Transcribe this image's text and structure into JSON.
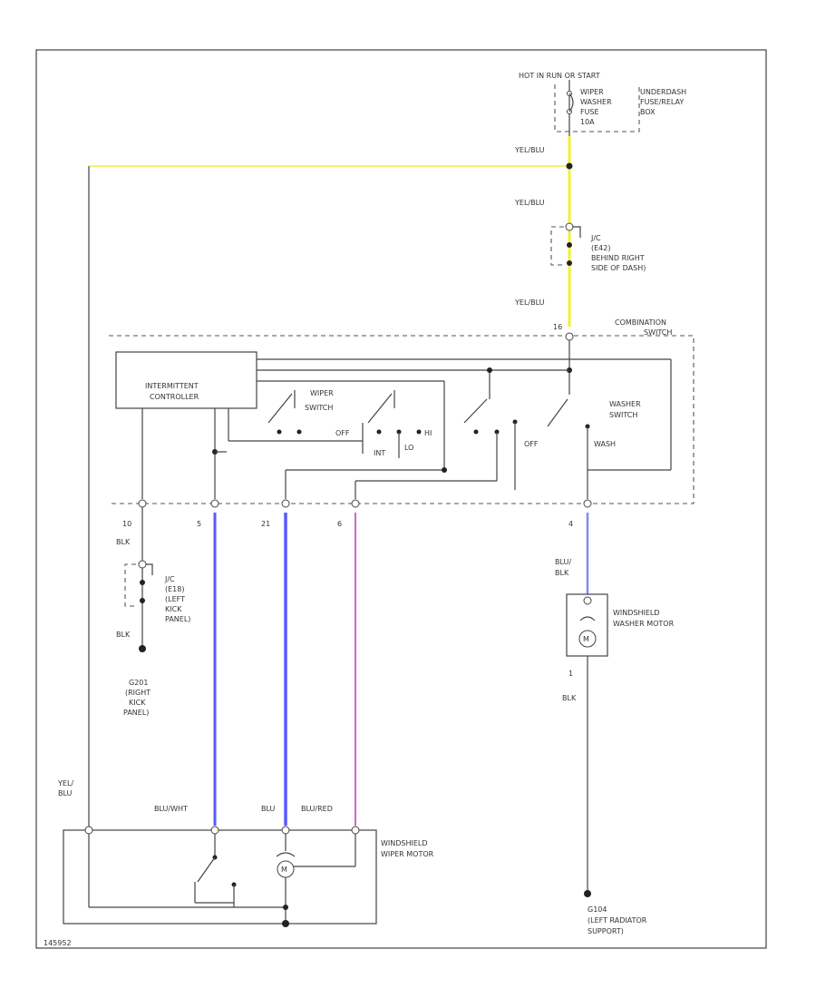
{
  "power": {
    "source": "HOT IN RUN OR START",
    "fuse": [
      "WIPER",
      "WASHER",
      "FUSE",
      "10A"
    ],
    "fuse_box": [
      "UNDERDASH",
      "FUSE/RELAY",
      "BOX"
    ]
  },
  "wires": {
    "yel_blu_1": "YEL/BLU",
    "yel_blu_2": "YEL/BLU",
    "yel_blu_3": "YEL/BLU",
    "blk_1": "BLK",
    "blk_2": "BLK",
    "blk_3": "BLK",
    "blu_blk": [
      "BLU/",
      "BLK"
    ],
    "yel_blu_left": [
      "YEL/",
      "BLU"
    ],
    "blu_wht": "BLU/WHT",
    "blu": "BLU",
    "blu_red": "BLU/RED"
  },
  "junction_1": [
    "J/C",
    "(E42)",
    "BEHIND RIGHT",
    "SIDE OF DASH)"
  ],
  "junction_2": [
    "J/C",
    "(E18)",
    "(LEFT",
    "KICK",
    "PANEL)"
  ],
  "ground_1": [
    "G201",
    "(RIGHT",
    "KICK",
    "PANEL)"
  ],
  "ground_2": [
    "G104",
    "(LEFT RADIATOR",
    "SUPPORT)"
  ],
  "switch": {
    "title": [
      "COMBINATION",
      "SWITCH"
    ],
    "controller": [
      "INTERMITTENT",
      "CONTROLLER"
    ],
    "wiper_switch": [
      "WIPER",
      "SWITCH"
    ],
    "positions": {
      "off": "OFF",
      "int": "INT",
      "lo": "LO",
      "hi": "HI"
    },
    "washer_switch": [
      "WASHER",
      "SWITCH"
    ],
    "washer_off": "OFF",
    "washer_wash": "WASH"
  },
  "pins": {
    "top": "16",
    "p1": "10",
    "p2": "5",
    "p3": "21",
    "p4": "6",
    "p5": "4",
    "p6": "1"
  },
  "washer_motor": [
    "WINDSHIELD",
    "WASHER MOTOR"
  ],
  "washer_motor_symbol": "M",
  "wiper_motor": [
    "WINDSHIELD",
    "WIPER MOTOR"
  ],
  "wiper_motor_symbol": "M",
  "diagram_id": "145952",
  "colors": {
    "yellow_wire": "#f2f230",
    "blue_wire": "#5a5aff",
    "violet_wire": "#cc66cc"
  }
}
